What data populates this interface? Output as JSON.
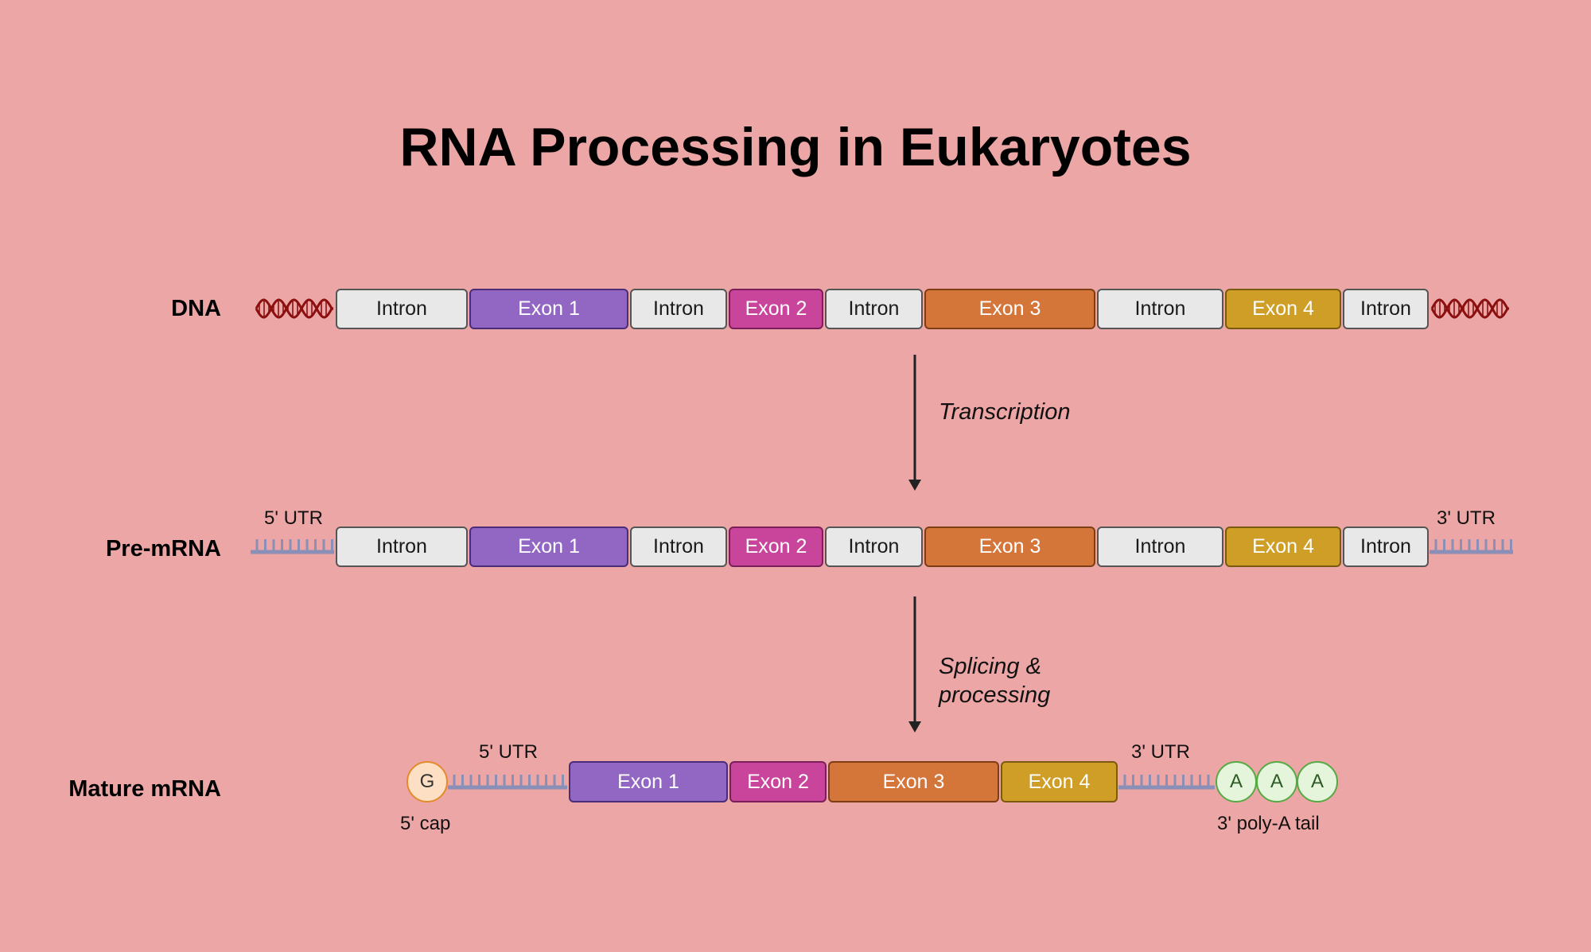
{
  "title": "RNA Processing in Eukaryotes",
  "rows": {
    "dna": {
      "label": "DNA",
      "segments": [
        {
          "type": "intron",
          "label": "Intron"
        },
        {
          "type": "exon1",
          "label": "Exon 1"
        },
        {
          "type": "intron",
          "label": "Intron"
        },
        {
          "type": "exon2",
          "label": "Exon 2"
        },
        {
          "type": "intron",
          "label": "Intron"
        },
        {
          "type": "exon3",
          "label": "Exon 3"
        },
        {
          "type": "intron",
          "label": "Intron"
        },
        {
          "type": "exon4",
          "label": "Exon 4"
        },
        {
          "type": "intron",
          "label": "Intron"
        }
      ]
    },
    "pre_mrna": {
      "label": "Pre-mRNA",
      "utr5": "5' UTR",
      "utr3": "3' UTR",
      "segments": [
        {
          "type": "intron",
          "label": "Intron"
        },
        {
          "type": "exon1",
          "label": "Exon 1"
        },
        {
          "type": "intron",
          "label": "Intron"
        },
        {
          "type": "exon2",
          "label": "Exon 2"
        },
        {
          "type": "intron",
          "label": "Intron"
        },
        {
          "type": "exon3",
          "label": "Exon 3"
        },
        {
          "type": "intron",
          "label": "Intron"
        },
        {
          "type": "exon4",
          "label": "Exon 4"
        },
        {
          "type": "intron",
          "label": "Intron"
        }
      ]
    },
    "mature_mrna": {
      "label": "Mature mRNA",
      "utr5": "5' UTR",
      "utr3": "3' UTR",
      "cap_letter": "G",
      "cap_label": "5' cap",
      "poly_a_letters": [
        "A",
        "A",
        "A"
      ],
      "poly_a_label": "3' poly-A tail",
      "segments": [
        {
          "type": "exon1",
          "label": "Exon 1"
        },
        {
          "type": "exon2",
          "label": "Exon 2"
        },
        {
          "type": "exon3",
          "label": "Exon 3"
        },
        {
          "type": "exon4",
          "label": "Exon 4"
        }
      ]
    }
  },
  "steps": {
    "transcription": "Transcription",
    "splicing_line1": "Splicing &",
    "splicing_line2": "processing"
  },
  "colors": {
    "background": "#eca6a5",
    "intron_fill": "#e8e8e8",
    "intron_border": "#555555",
    "exon1_fill": "#9267c4",
    "exon1_border": "#4a2c78",
    "exon2_fill": "#c9449b",
    "exon2_border": "#7a1f5a",
    "exon3_fill": "#d4753a",
    "exon3_border": "#7e3d12",
    "exon4_fill": "#cf9e26",
    "exon4_border": "#7a5a0e",
    "helix": "#8b0f0f",
    "rna_backbone": "#8a8fb8",
    "cap_fill": "#fde0c4",
    "cap_border": "#e58a2c",
    "polya_fill": "#e4f5dc",
    "polya_border": "#55aa44",
    "arrow": "#222222"
  }
}
